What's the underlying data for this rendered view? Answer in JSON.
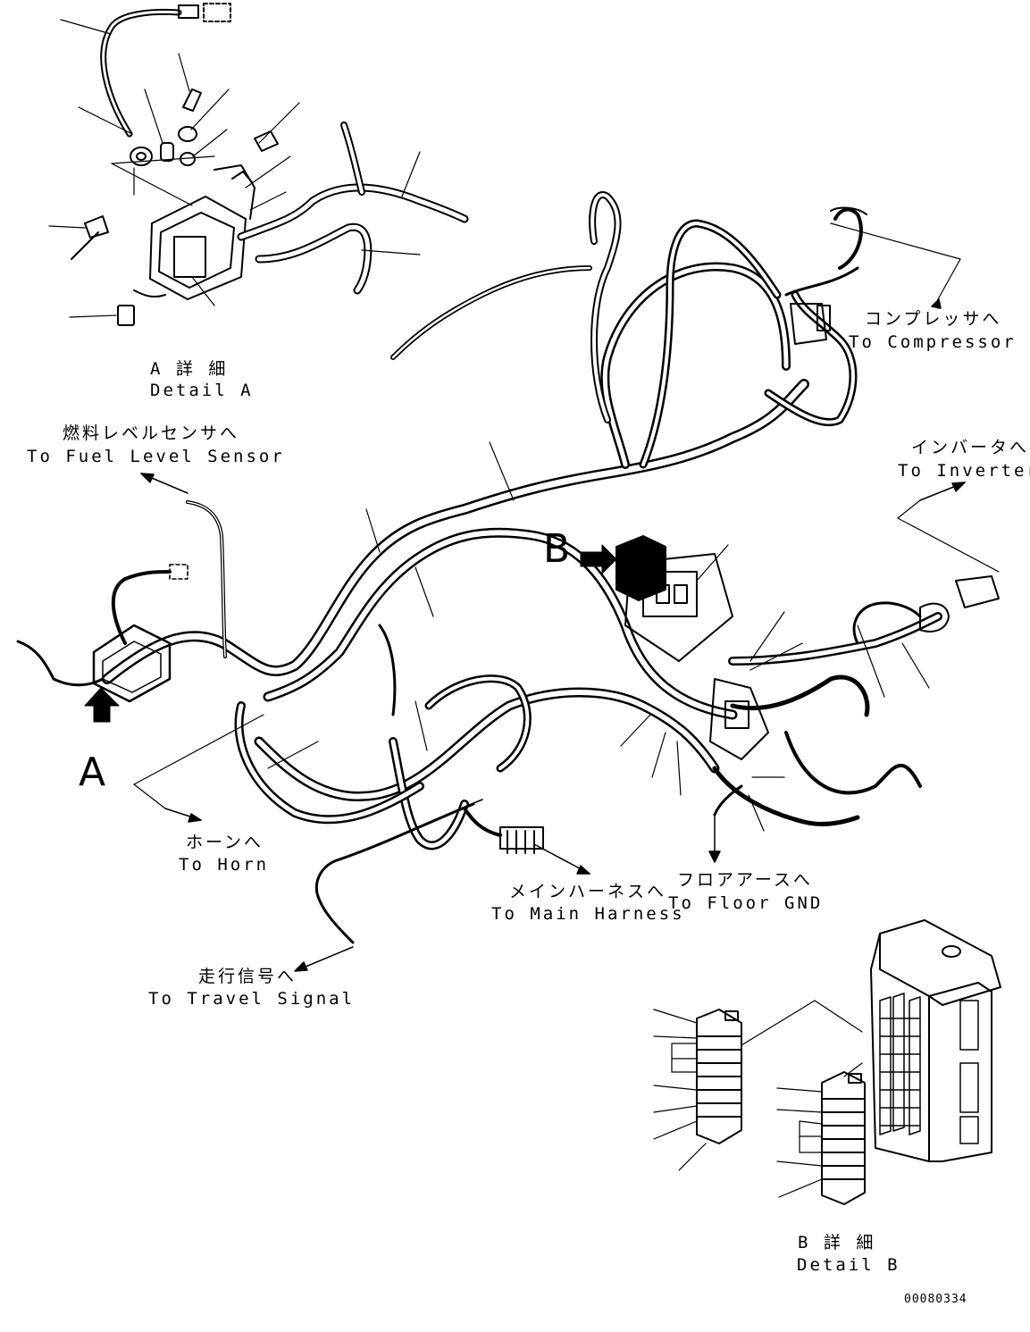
{
  "labels": {
    "detail_a_jp": "A 詳 細",
    "detail_a_en": "Detail A",
    "fuel_jp": "燃料レベルセンサへ",
    "fuel_en": "To Fuel Level Sensor",
    "compressor_jp": "コンプレッサへ",
    "compressor_en": "To Compressor",
    "inverter_jp": "インバータへ",
    "inverter_en": "To Inverter",
    "horn_jp": "ホーンへ",
    "horn_en": "To Horn",
    "main_jp": "メインハーネスへ",
    "main_en": "To Main Harness",
    "floor_jp": "フロアアースへ",
    "floor_en": "To Floor GND",
    "travel_jp": "走行信号へ",
    "travel_en": "To Travel Signal",
    "detail_b_jp": "B 詳 細",
    "detail_b_en": "Detail B",
    "marker_a": "A",
    "marker_b": "B",
    "drawing_no": "00080334"
  }
}
